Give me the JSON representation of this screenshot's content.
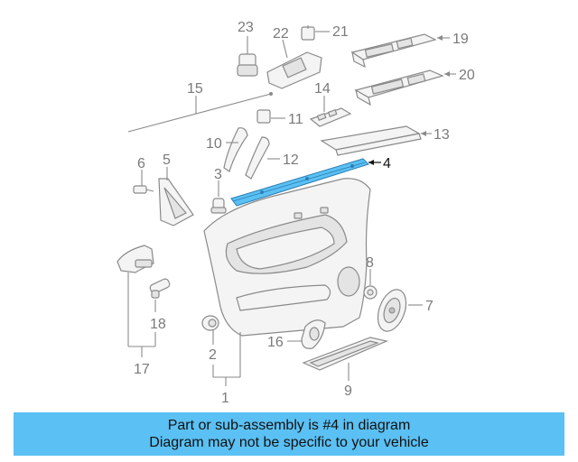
{
  "diagram": {
    "callouts": {
      "c1": "1",
      "c2": "2",
      "c3": "3",
      "c4": "4",
      "c5": "5",
      "c6": "6",
      "c7": "7",
      "c8": "8",
      "c9": "9",
      "c10": "10",
      "c11": "11",
      "c12": "12",
      "c13": "13",
      "c14": "14",
      "c15": "15",
      "c16": "16",
      "c17": "17",
      "c18": "18",
      "c19": "19",
      "c20": "20",
      "c21": "21",
      "c22": "22",
      "c23": "23"
    },
    "highlight_color": "#5bc0f3"
  },
  "banner": {
    "line1": "Part or sub-assembly is #4 in diagram",
    "line2": "Diagram may not be specific to your vehicle",
    "background": "#5bc0f3"
  }
}
